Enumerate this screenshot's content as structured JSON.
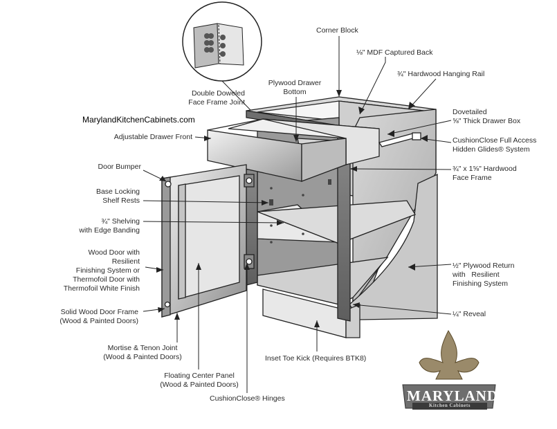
{
  "website": "MarylandKitchenCabinets.com",
  "labels": {
    "corner_block": "Corner Block",
    "mdf_back": "⅛\" MDF Captured Back",
    "hanging_rail": "¾\" Hardwood Hanging Rail",
    "double_doweled": "Double Doweled\nFace Frame Joint",
    "plywood_drawer_bottom": "Plywood Drawer\nBottom",
    "dovetailed": "Dovetailed\n⅝\" Thick Drawer Box",
    "cushionclose_glides": "CushionClose Full Access\nHidden Glides® System",
    "adjustable_drawer_front": "Adjustable Drawer Front",
    "door_bumper": "Door Bumper",
    "face_frame": "¾\" x 1⅝\" Hardwood\nFace Frame",
    "base_locking": "Base Locking\nShelf Rests",
    "shelving": "¾\" Shelving\nwith Edge Banding",
    "wood_door": "Wood Door with\nResilient\nFinishing System or\nThermofoil Door with\nThermofoil White Finish",
    "plywood_return": "½\" Plywood Return\nwith   Resilient\nFinishing System",
    "solid_wood_frame": "Solid Wood Door Frame\n(Wood & Painted Doors)",
    "reveal": "¼\" Reveal",
    "mortise_tenon": "Mortise & Tenon Joint\n(Wood & Painted Doors)",
    "inset_toe_kick": "Inset Toe Kick (Requires BTK8)",
    "floating_panel": "Floating Center Panel\n(Wood & Painted Doors)",
    "hinges": "CushionClose® Hinges"
  },
  "logo": {
    "brand": "MARYLAND",
    "tagline": "Kitchen Cabinets"
  },
  "colors": {
    "line": "#222222",
    "panel_dark": "#7a7a7a",
    "panel_mid": "#b5b5b5",
    "panel_light": "#e2e2e2",
    "logo_gold": "#c8a24a"
  }
}
